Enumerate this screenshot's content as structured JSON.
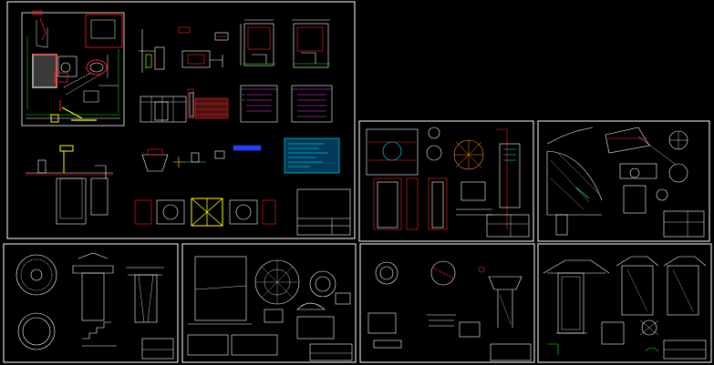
{
  "viewer": {
    "background": "#000000",
    "frame_color": "#ffffff"
  },
  "colors": {
    "red": "#ff2020",
    "yellow": "#ffff00",
    "green": "#00ff00",
    "cyan": "#00ffff",
    "magenta": "#ff40ff",
    "blue": "#2040ff",
    "white": "#ffffff",
    "gray": "#9a9a9a",
    "orange": "#ff9020"
  },
  "sheets": [
    {
      "id": "sheet-1",
      "title": ""
    },
    {
      "id": "sheet-2",
      "title": ""
    },
    {
      "id": "sheet-3",
      "title": ""
    },
    {
      "id": "sheet-4",
      "title": ""
    },
    {
      "id": "sheet-5",
      "title": ""
    },
    {
      "id": "sheet-6",
      "title": ""
    },
    {
      "id": "sheet-7",
      "title": ""
    }
  ]
}
